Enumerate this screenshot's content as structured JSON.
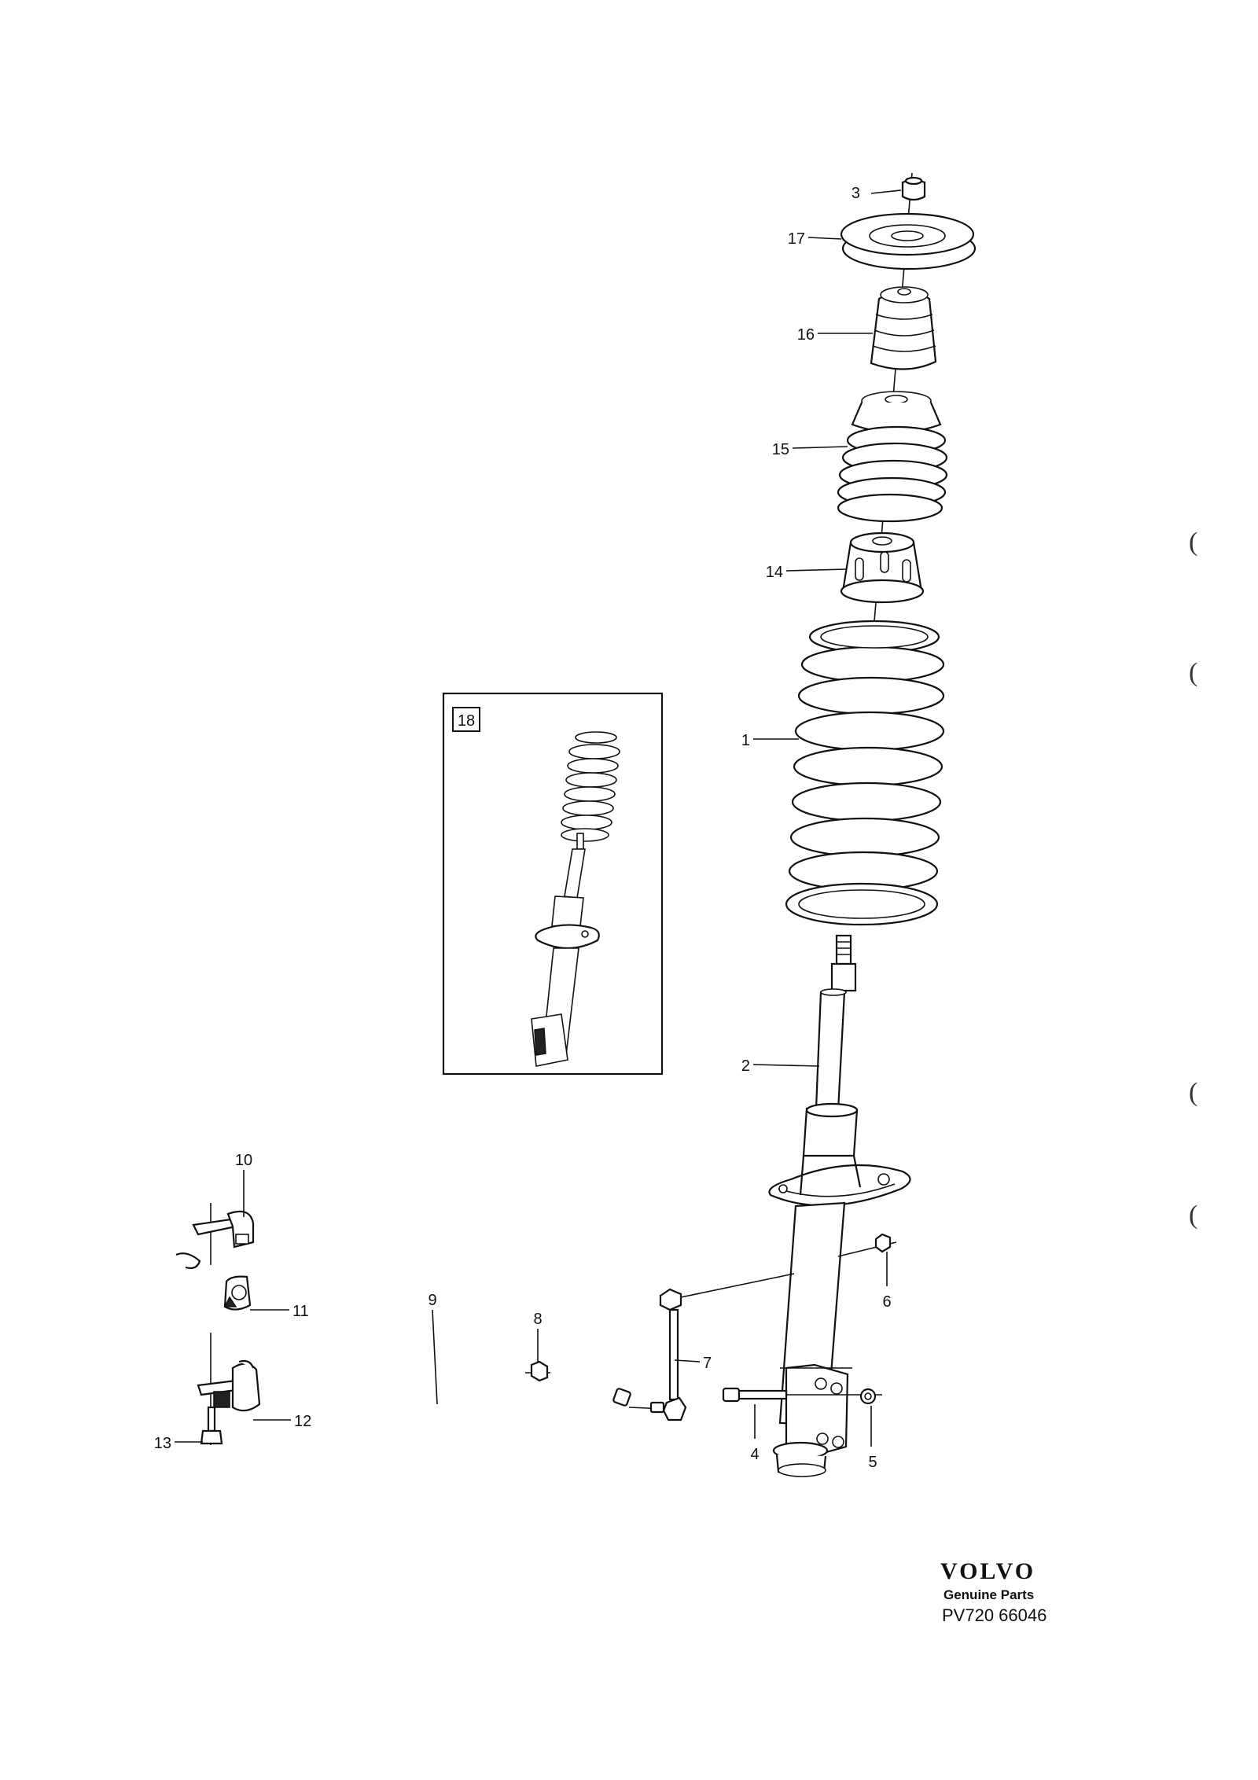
{
  "callouts": [
    {
      "id": "c1",
      "label": "1"
    },
    {
      "id": "c2",
      "label": "2"
    },
    {
      "id": "c3",
      "label": "3"
    },
    {
      "id": "c4",
      "label": "4"
    },
    {
      "id": "c5",
      "label": "5"
    },
    {
      "id": "c6",
      "label": "6"
    },
    {
      "id": "c7",
      "label": "7"
    },
    {
      "id": "c8",
      "label": "8"
    },
    {
      "id": "c9",
      "label": "9"
    },
    {
      "id": "c10",
      "label": "10"
    },
    {
      "id": "c11",
      "label": "11"
    },
    {
      "id": "c12",
      "label": "12"
    },
    {
      "id": "c13",
      "label": "13"
    },
    {
      "id": "c14",
      "label": "14"
    },
    {
      "id": "c15",
      "label": "15"
    },
    {
      "id": "c16",
      "label": "16"
    },
    {
      "id": "c17",
      "label": "17"
    }
  ],
  "inset": {
    "label": "18"
  },
  "footer": {
    "brand": "VOLVO",
    "subtitle": "Genuine Parts",
    "reference": "PV720 66046"
  },
  "margin_marks": [
    "(",
    "(",
    "(",
    "("
  ]
}
